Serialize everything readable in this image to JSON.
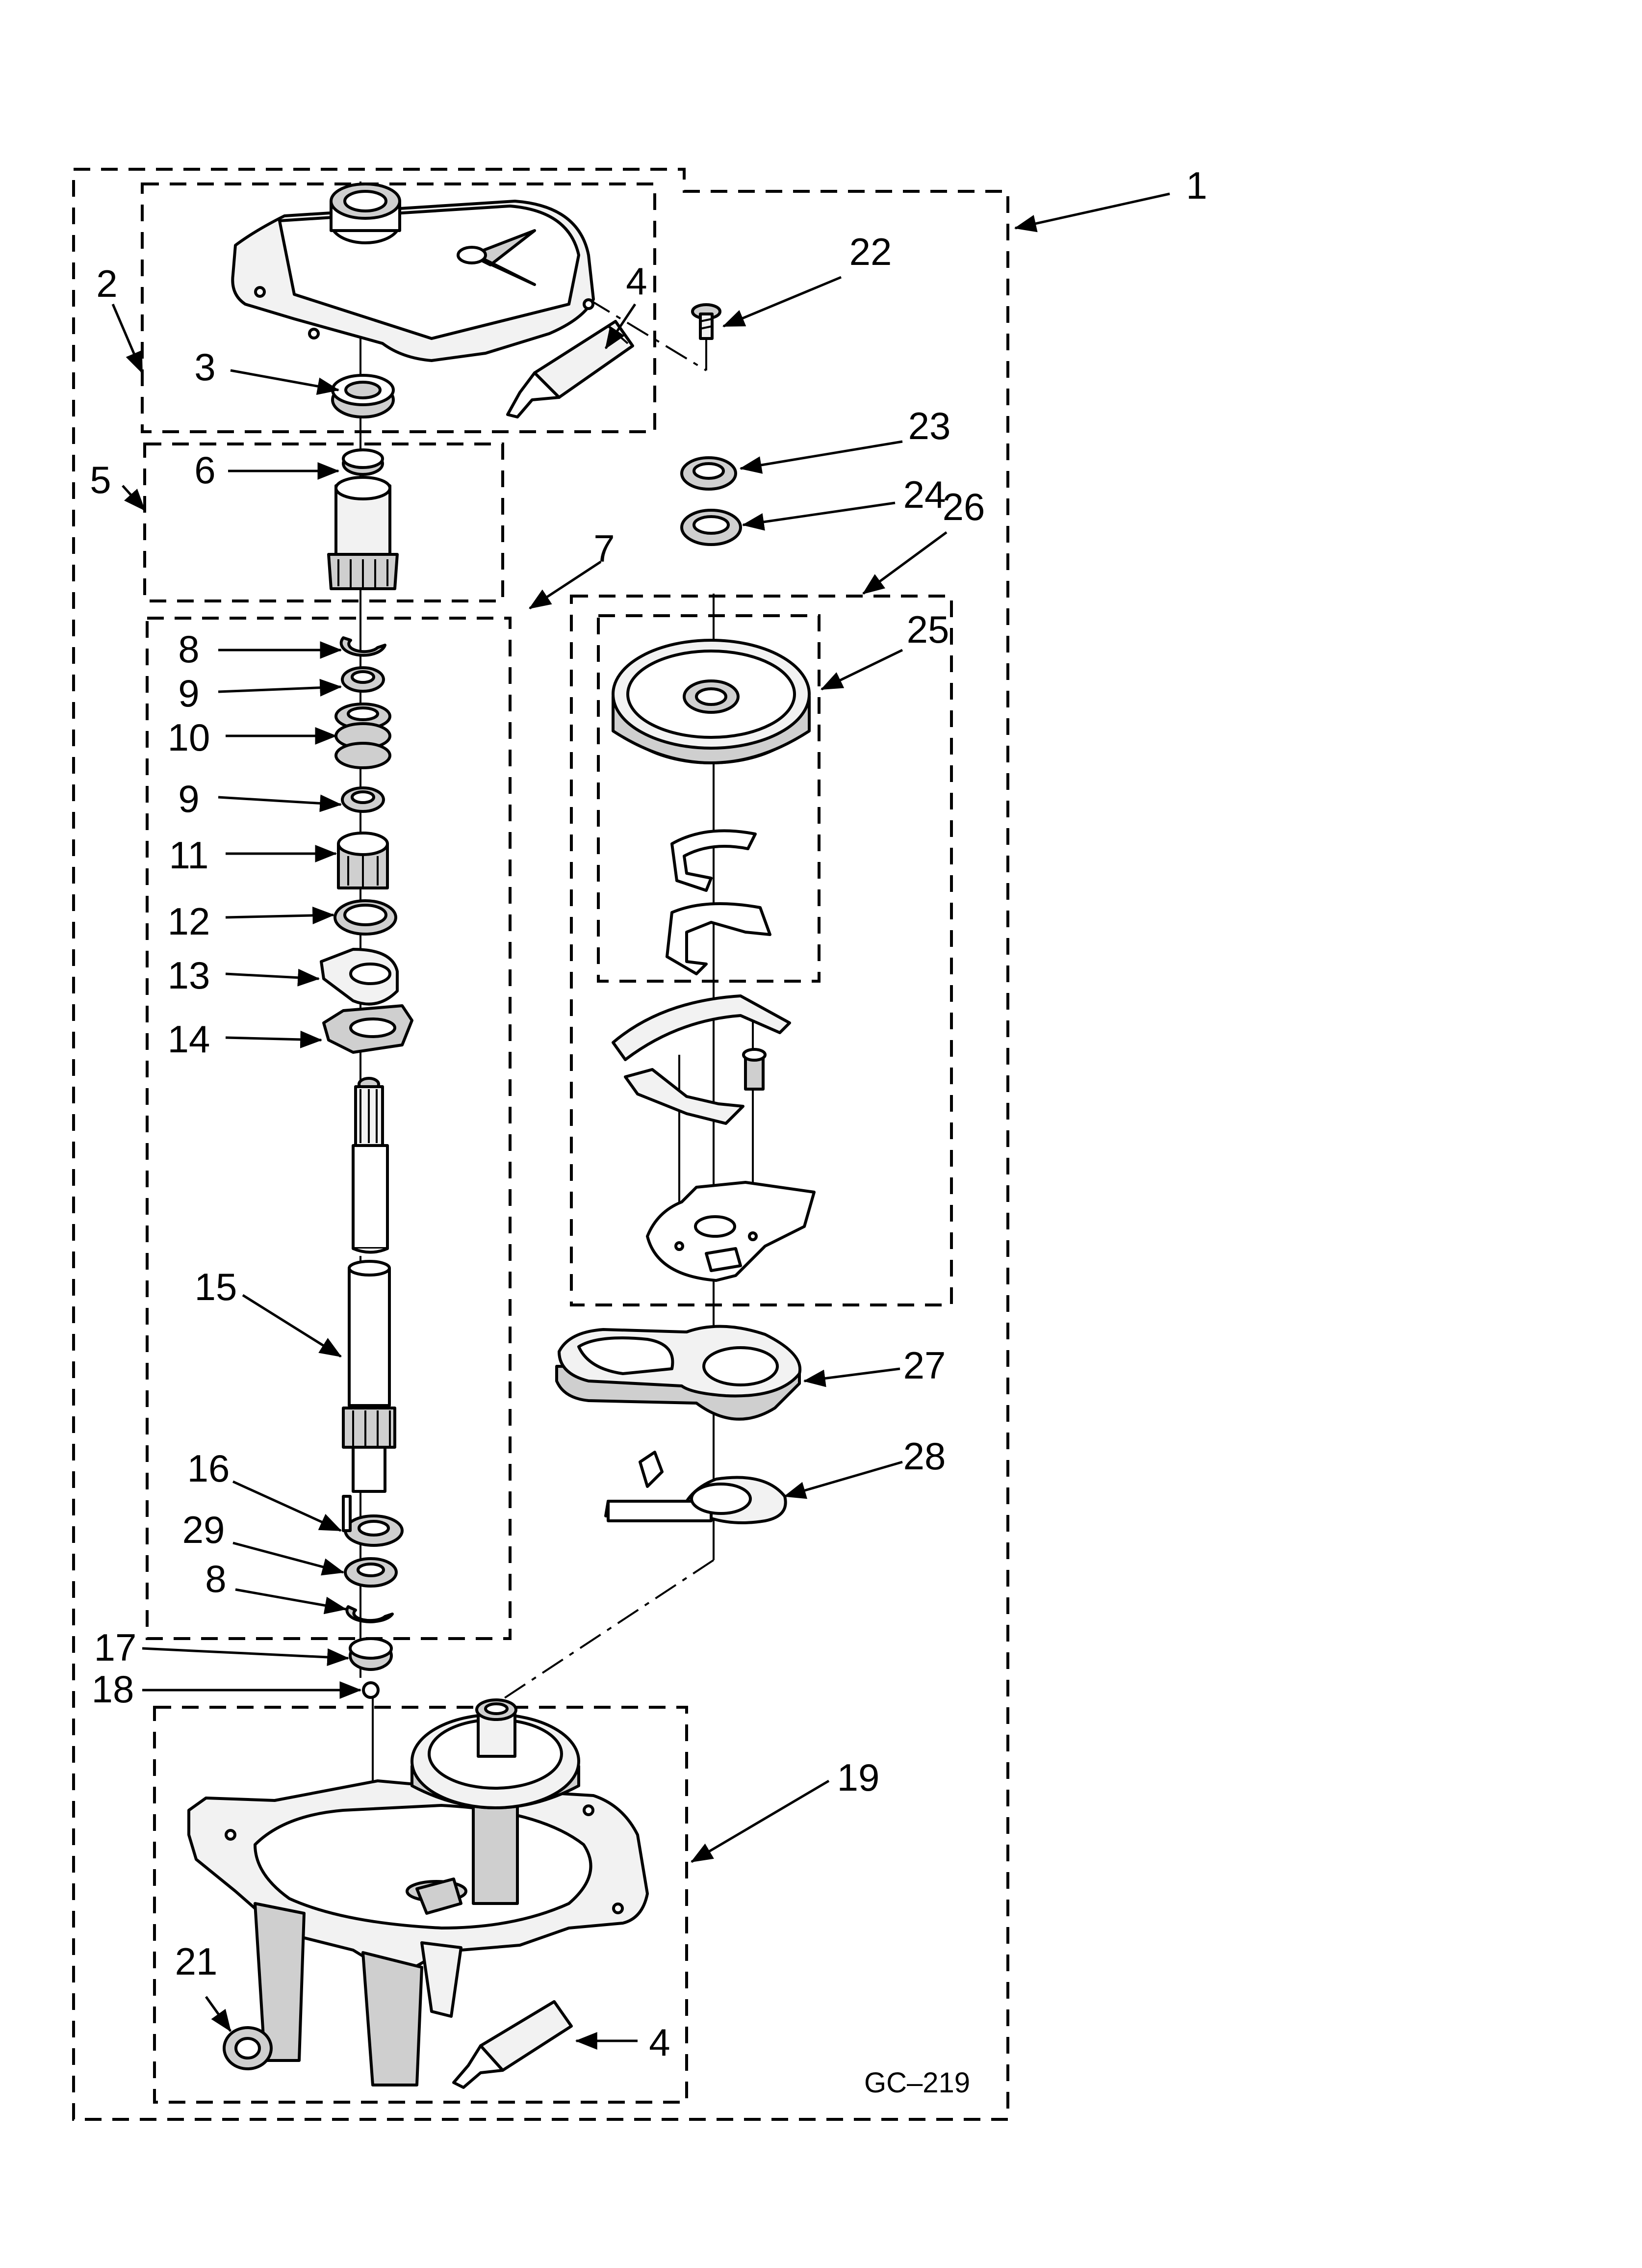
{
  "diagram": {
    "drawing_code": "GC–219",
    "callouts": {
      "c1": "1",
      "c2": "2",
      "c3": "3",
      "c4_top": "4",
      "c5": "5",
      "c6": "6",
      "c7": "7",
      "c8_top": "8",
      "c9_top": "9",
      "c10": "10",
      "c9_bottom": "9",
      "c11": "11",
      "c12": "12",
      "c13": "13",
      "c14": "14",
      "c15": "15",
      "c16": "16",
      "c29": "29",
      "c8_bottom": "8",
      "c17": "17",
      "c18": "18",
      "c19": "19",
      "c21": "21",
      "c4_bottom": "4",
      "c22": "22",
      "c23": "23",
      "c24": "24",
      "c25": "25",
      "c26": "26",
      "c27": "27",
      "c28": "28"
    }
  }
}
